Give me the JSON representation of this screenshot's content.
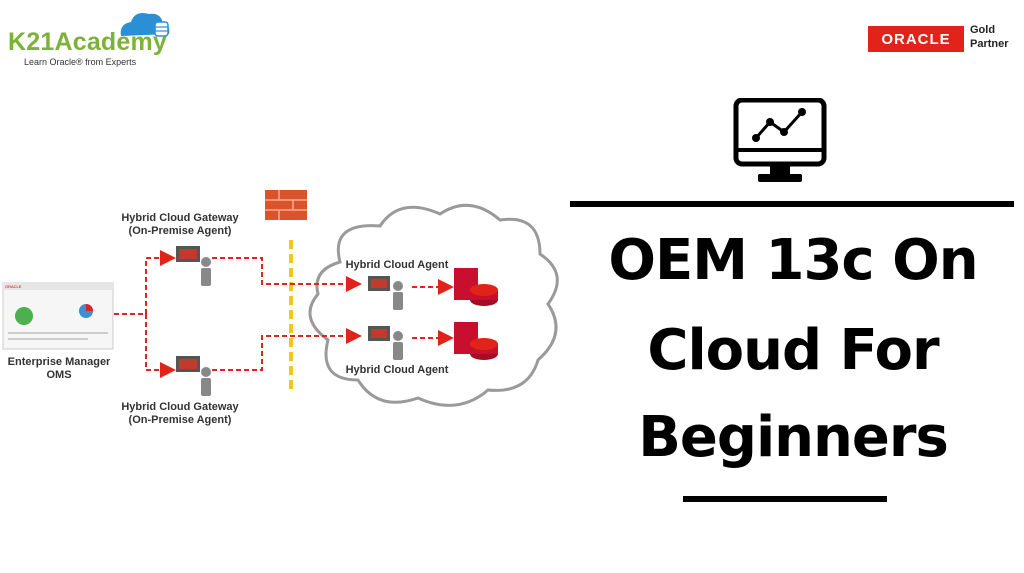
{
  "brand": {
    "name": "K21Academy",
    "tagline": "Learn Oracle® from Experts",
    "colors": {
      "green": "#7cb23a",
      "blue": "#2b8fd6"
    }
  },
  "partner": {
    "oracle_word": "ORACLE",
    "gold": "Gold",
    "partner": "Partner",
    "color": "#e2231a"
  },
  "title": {
    "line1": "OEM 13c On",
    "line2": "Cloud For",
    "line3": "Beginners",
    "icon": "monitor-chart-icon"
  },
  "diagram": {
    "gateway_top": [
      "Hybrid Cloud Gateway",
      "(On-Premise Agent)"
    ],
    "gateway_bottom": [
      "Hybrid Cloud Gateway",
      "(On-Premise Agent)"
    ],
    "agent_top": "Hybrid Cloud Agent",
    "agent_bottom": "Hybrid Cloud Agent",
    "em": [
      "Enterprise Manager",
      "OMS"
    ],
    "em_thumb_title": "ORACLE",
    "icons": [
      "firewall-icon",
      "cloud-icon",
      "database-icon",
      "workstation-icon"
    ],
    "colors": {
      "arrow": "#e2231a",
      "firewall_line": "#f5c518",
      "cloud": "#999999"
    }
  }
}
